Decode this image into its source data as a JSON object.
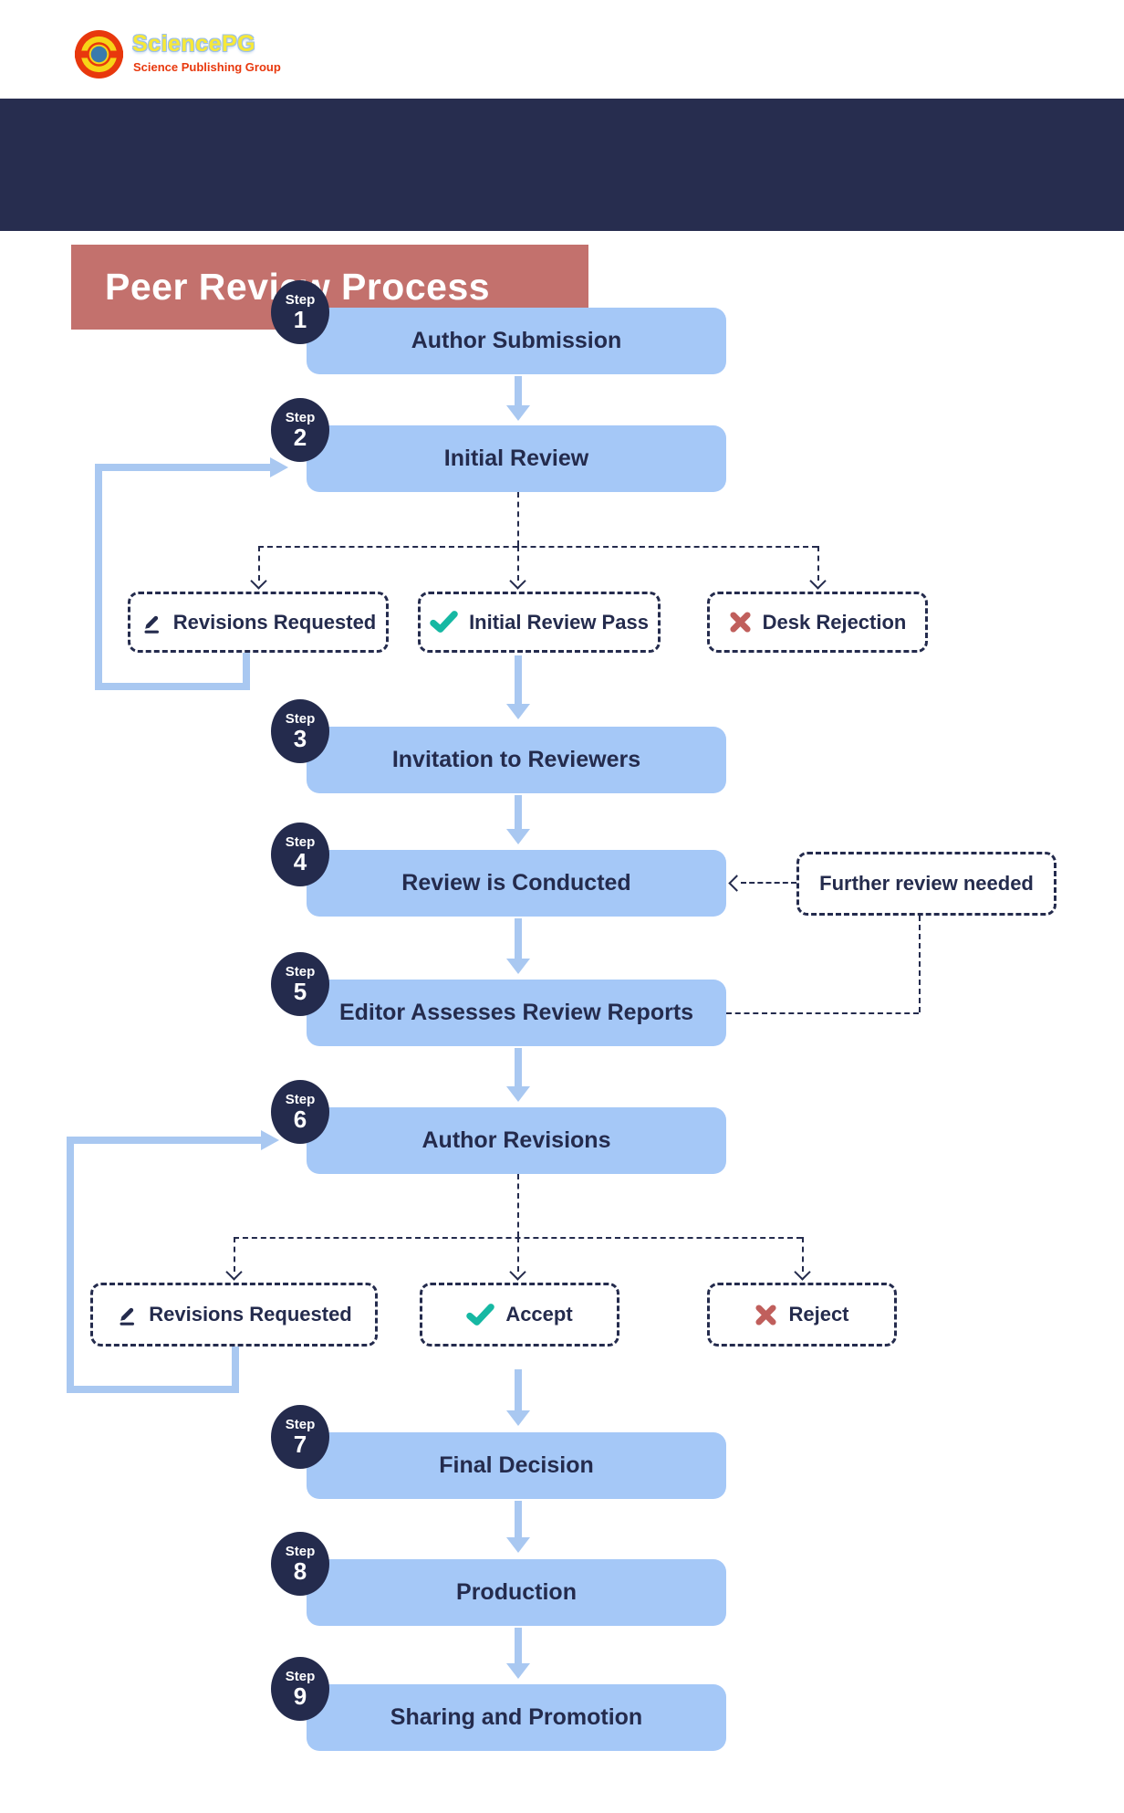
{
  "brand": {
    "name": "SciencePG",
    "tagline": "Science Publishing Group"
  },
  "banner": {
    "title": "Peer Review Process"
  },
  "badge_label": "Step",
  "steps": [
    {
      "number": "1",
      "label": "Author Submission"
    },
    {
      "number": "2",
      "label": "Initial Review"
    },
    {
      "number": "3",
      "label": "Invitation to Reviewers"
    },
    {
      "number": "4",
      "label": "Review is Conducted"
    },
    {
      "number": "5",
      "label": "Editor Assesses Review Reports"
    },
    {
      "number": "6",
      "label": "Author Revisions"
    },
    {
      "number": "7",
      "label": "Final Decision"
    },
    {
      "number": "8",
      "label": "Production"
    },
    {
      "number": "9",
      "label": "Sharing and Promotion"
    }
  ],
  "branches_after_step2": [
    {
      "icon": "pencil-icon",
      "label": "Revisions Requested"
    },
    {
      "icon": "check-icon",
      "label": "Initial Review Pass"
    },
    {
      "icon": "x-icon",
      "label": "Desk Rejection"
    }
  ],
  "branches_after_step6": [
    {
      "icon": "pencil-icon",
      "label": "Revisions Requested"
    },
    {
      "icon": "check-icon",
      "label": "Accept"
    },
    {
      "icon": "x-icon",
      "label": "Reject"
    }
  ],
  "note": {
    "label": "Further review needed"
  },
  "colors": {
    "navy": "#242b4d",
    "band_navy": "#272d4f",
    "rose": "#c3716d",
    "box_blue": "#a5c8f7",
    "arrow_blue": "#a9c8f1",
    "teal_check": "#16b8a3",
    "red_x": "#c05f5c",
    "logo_red": "#e8380d",
    "logo_yellow": "#f7d417",
    "logo_blue": "#3a7aad"
  }
}
